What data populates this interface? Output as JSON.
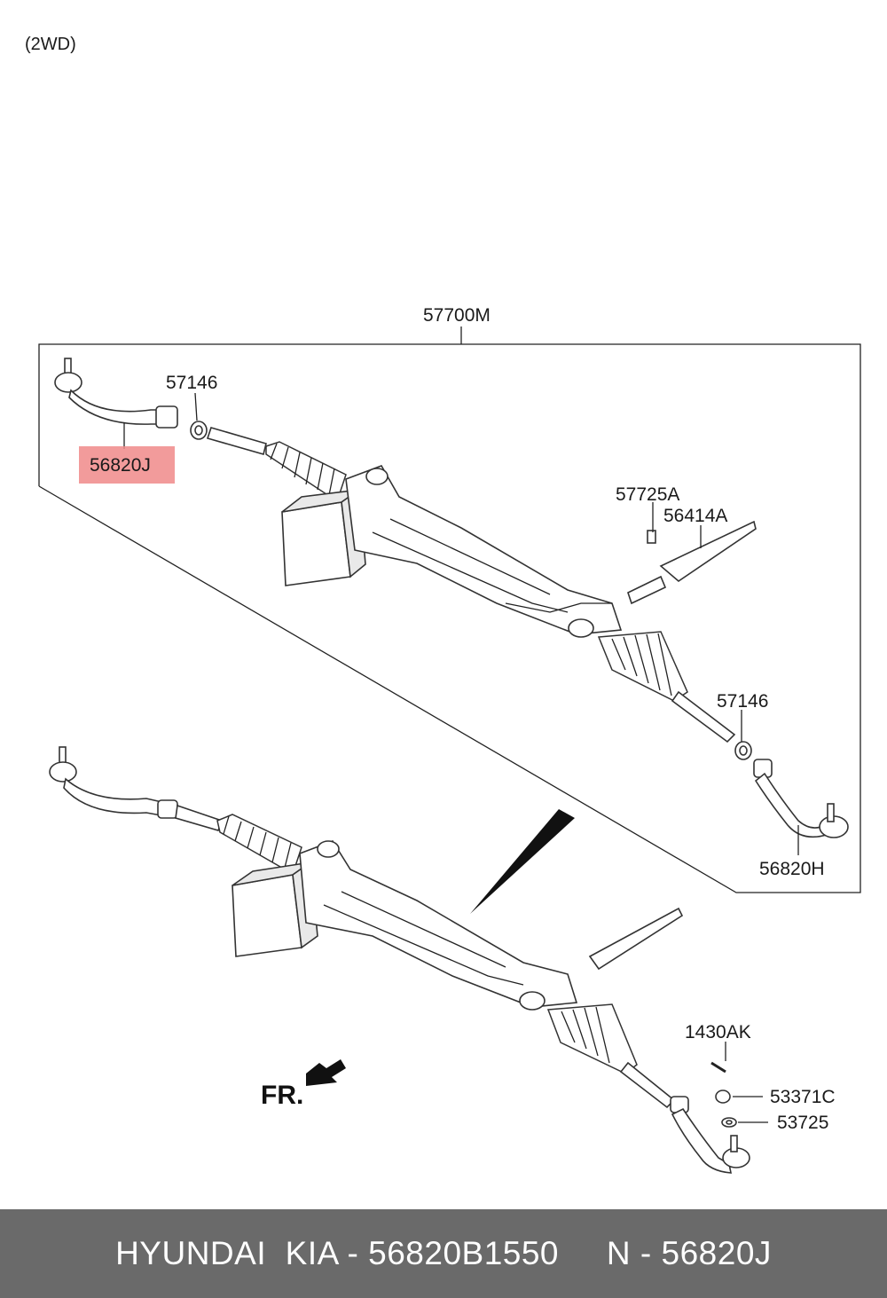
{
  "diagram": {
    "variant": "(2WD)",
    "labels": {
      "assembly": "57700M",
      "tie_rod_end_left": "56820J",
      "tie_rod_end_right": "56820H",
      "lock_nut_left": "57146",
      "lock_nut_right": "57146",
      "bolt": "57725A",
      "joint": "56414A",
      "split_pin": "1430AK",
      "castle_nut": "53371C",
      "washer": "53725",
      "front_marker": "FR."
    },
    "highlight_color": "#f08a8a"
  },
  "footer": {
    "text": "HYUNDAI  KIA - 56820B1550     N - 56820J"
  }
}
